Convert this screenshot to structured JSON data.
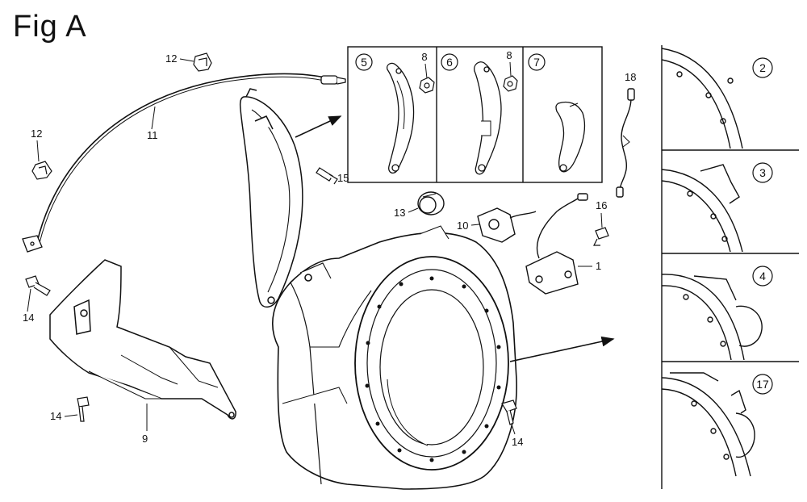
{
  "figure": {
    "title": "Fig A"
  },
  "callouts": {
    "c1": "1",
    "c9": "9",
    "c10": "10",
    "c11": "11",
    "c12a": "12",
    "c12b": "12",
    "c13": "13",
    "c14a": "14",
    "c14b": "14",
    "c14c": "14",
    "c15": "15",
    "c16": "16",
    "c18": "18",
    "c8a": "8",
    "c8b": "8"
  },
  "variants": {
    "v5": "5",
    "v6": "6",
    "v7": "7"
  },
  "details": {
    "d2": "2",
    "d3": "3",
    "d4": "4",
    "d17": "17"
  }
}
